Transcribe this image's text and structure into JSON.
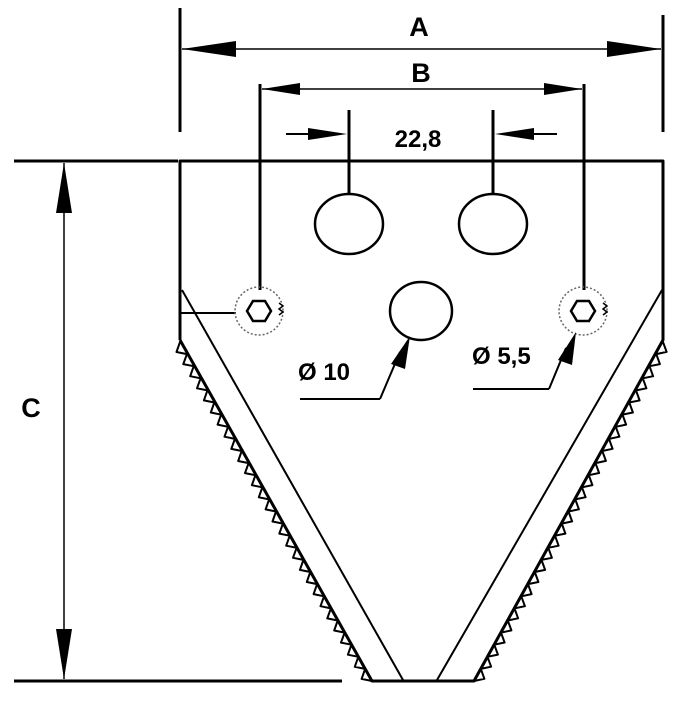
{
  "dimensions": {
    "a": "A",
    "b": "B",
    "c": "C",
    "hole_spacing": "22,8",
    "large_hole_diameter": "Ø 10",
    "small_hole_diameter": "Ø 5,5"
  }
}
